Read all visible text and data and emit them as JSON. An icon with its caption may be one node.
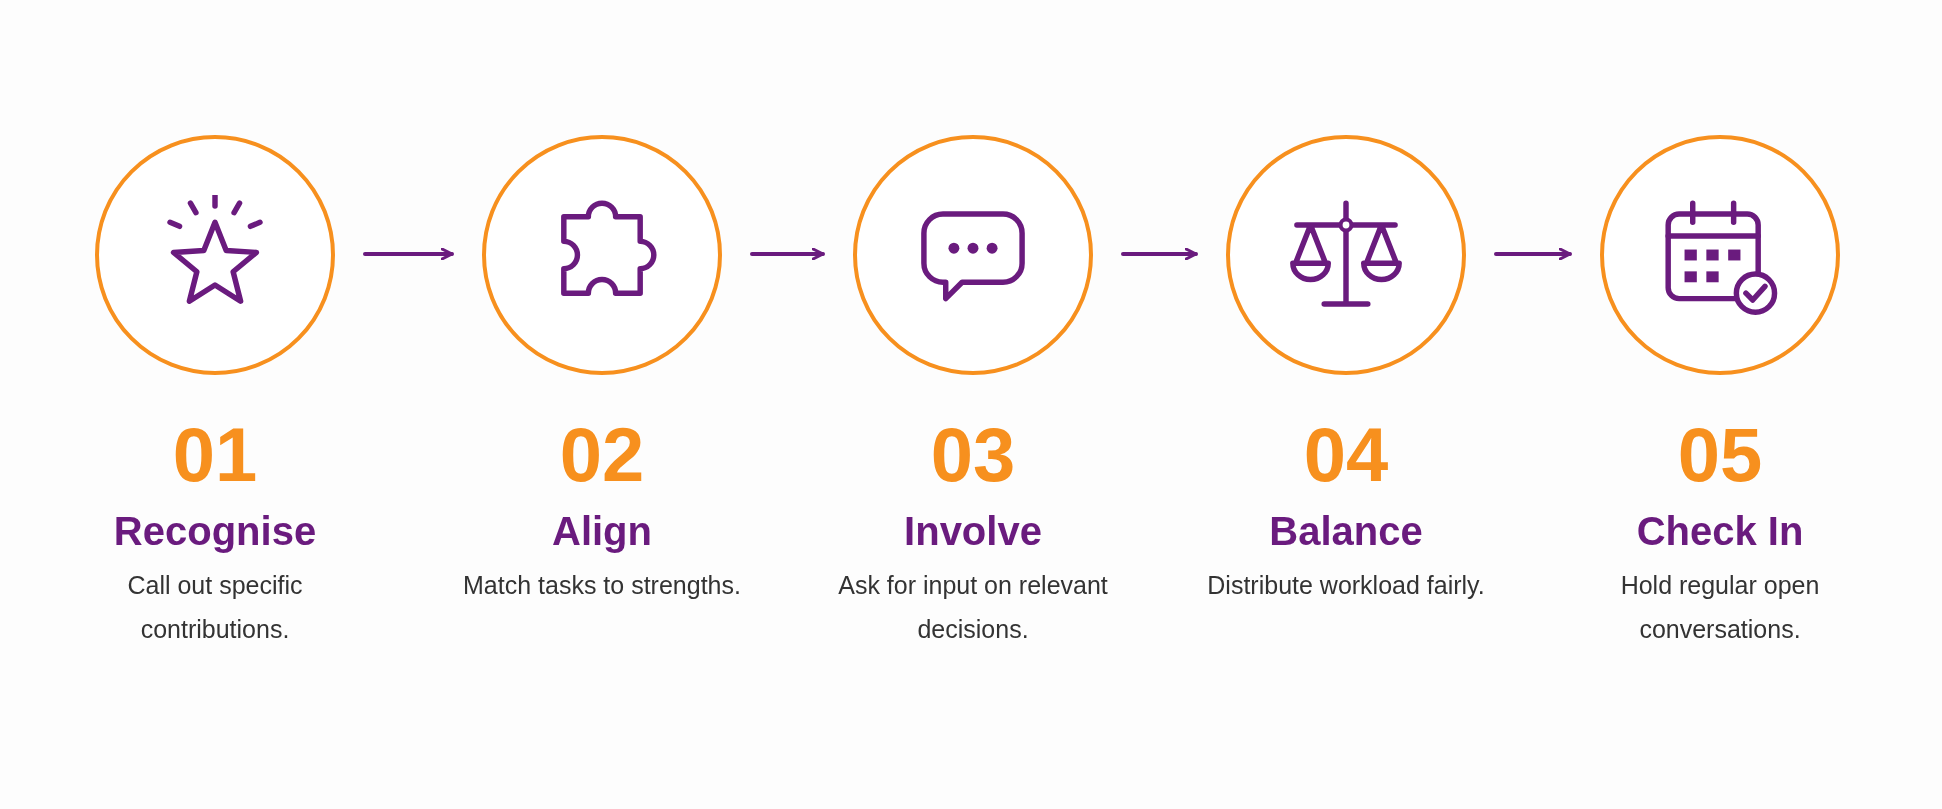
{
  "diagram": {
    "nodes": [
      {
        "text": [
          "01",
          "Recognise",
          "Call out specific contributions."
        ]
      },
      {
        "text": [
          "02",
          "Align",
          "Match tasks to strengths."
        ]
      },
      {
        "text": [
          "03",
          "Involve",
          "Ask for input on relevant decisions."
        ]
      },
      {
        "text": [
          "04",
          "Balance",
          "Distribute workload fairly."
        ]
      },
      {
        "text": [
          "05",
          "Check In",
          "Hold regular open conversations."
        ]
      }
    ],
    "edges": [
      {
        "from": 0,
        "to": 1,
        "arrow": "to"
      },
      {
        "from": 1,
        "to": 2,
        "arrow": "to"
      },
      {
        "from": 2,
        "to": 3,
        "arrow": "to"
      },
      {
        "from": 3,
        "to": 4,
        "arrow": "to"
      }
    ]
  }
}
